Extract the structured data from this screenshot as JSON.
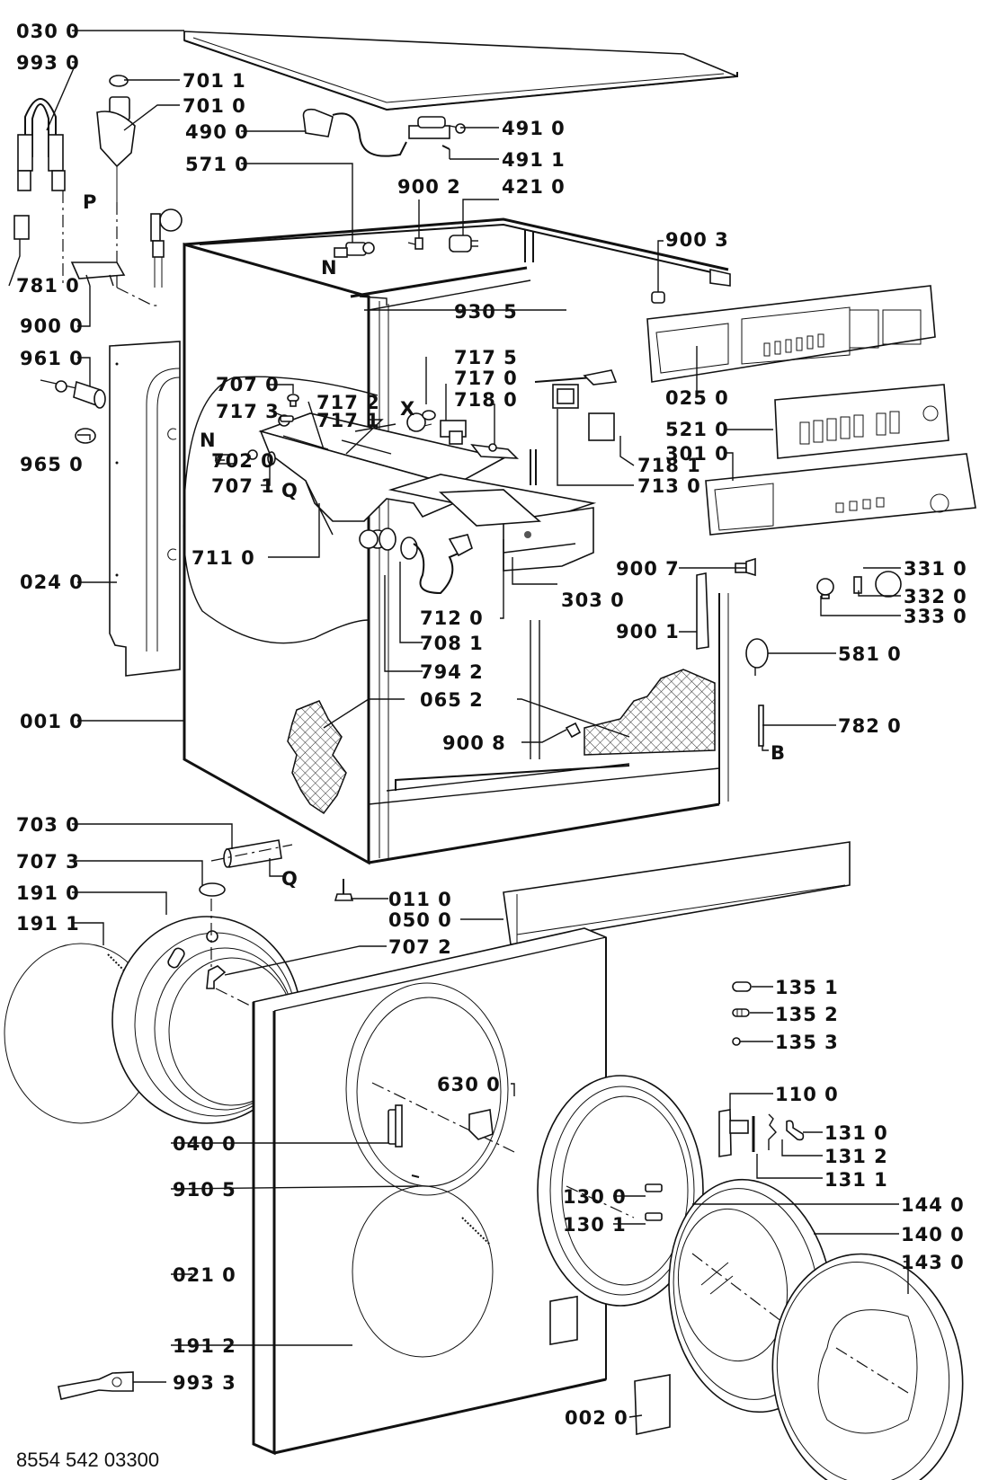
{
  "document_number": "8554 542 03300",
  "callouts": [
    {
      "id": "030-0",
      "text": "030 0"
    },
    {
      "id": "993-0",
      "text": "993 0"
    },
    {
      "id": "701-1",
      "text": "701 1"
    },
    {
      "id": "701-0",
      "text": "701 0"
    },
    {
      "id": "490-0",
      "text": "490 0"
    },
    {
      "id": "491-0",
      "text": "491 0"
    },
    {
      "id": "491-1",
      "text": "491 1"
    },
    {
      "id": "571-0",
      "text": "571 0"
    },
    {
      "id": "900-2",
      "text": "900 2"
    },
    {
      "id": "421-0",
      "text": "421 0"
    },
    {
      "id": "900-3",
      "text": "900 3"
    },
    {
      "id": "781-0",
      "text": "781 0"
    },
    {
      "id": "900-0",
      "text": "900 0"
    },
    {
      "id": "930-5",
      "text": "930 5"
    },
    {
      "id": "961-0",
      "text": "961 0"
    },
    {
      "id": "717-5",
      "text": "717 5"
    },
    {
      "id": "717-0",
      "text": "717 0"
    },
    {
      "id": "718-0",
      "text": "718 0"
    },
    {
      "id": "707-0",
      "text": "707 0"
    },
    {
      "id": "717-2",
      "text": "717 2"
    },
    {
      "id": "717-3",
      "text": "717 3"
    },
    {
      "id": "717-1",
      "text": "717 1"
    },
    {
      "id": "025-0",
      "text": "025 0"
    },
    {
      "id": "521-0",
      "text": "521 0"
    },
    {
      "id": "301-0",
      "text": "301 0"
    },
    {
      "id": "965-0",
      "text": "965 0"
    },
    {
      "id": "702-0",
      "text": "702 0"
    },
    {
      "id": "707-1",
      "text": "707 1"
    },
    {
      "id": "718-1",
      "text": "718 1"
    },
    {
      "id": "713-0",
      "text": "713 0"
    },
    {
      "id": "711-0",
      "text": "711 0"
    },
    {
      "id": "900-7",
      "text": "900 7"
    },
    {
      "id": "331-0",
      "text": "331 0"
    },
    {
      "id": "024-0",
      "text": "024 0"
    },
    {
      "id": "303-0",
      "text": "303 0"
    },
    {
      "id": "332-0",
      "text": "332 0"
    },
    {
      "id": "712-0",
      "text": "712 0"
    },
    {
      "id": "900-1",
      "text": "900 1"
    },
    {
      "id": "333-0",
      "text": "333 0"
    },
    {
      "id": "708-1",
      "text": "708 1"
    },
    {
      "id": "581-0",
      "text": "581 0"
    },
    {
      "id": "794-2",
      "text": "794 2"
    },
    {
      "id": "065-2",
      "text": "065 2"
    },
    {
      "id": "001-0",
      "text": "001 0"
    },
    {
      "id": "782-0",
      "text": "782 0"
    },
    {
      "id": "900-8",
      "text": "900 8"
    },
    {
      "id": "703-0",
      "text": "703 0"
    },
    {
      "id": "707-3",
      "text": "707 3"
    },
    {
      "id": "191-0",
      "text": "191 0"
    },
    {
      "id": "011-0",
      "text": "011 0"
    },
    {
      "id": "050-0",
      "text": "050 0"
    },
    {
      "id": "191-1",
      "text": "191 1"
    },
    {
      "id": "707-2",
      "text": "707 2"
    },
    {
      "id": "135-1",
      "text": "135 1"
    },
    {
      "id": "135-2",
      "text": "135 2"
    },
    {
      "id": "135-3",
      "text": "135 3"
    },
    {
      "id": "630-0",
      "text": "630 0"
    },
    {
      "id": "110-0",
      "text": "110 0"
    },
    {
      "id": "040-0",
      "text": "040 0"
    },
    {
      "id": "131-0",
      "text": "131 0"
    },
    {
      "id": "131-2",
      "text": "131 2"
    },
    {
      "id": "131-1",
      "text": "131 1"
    },
    {
      "id": "910-5",
      "text": "910 5"
    },
    {
      "id": "130-0",
      "text": "130 0"
    },
    {
      "id": "144-0",
      "text": "144 0"
    },
    {
      "id": "130-1",
      "text": "130 1"
    },
    {
      "id": "140-0",
      "text": "140 0"
    },
    {
      "id": "021-0",
      "text": "021 0"
    },
    {
      "id": "143-0",
      "text": "143 0"
    },
    {
      "id": "191-2",
      "text": "191 2"
    },
    {
      "id": "993-3",
      "text": "993 3"
    },
    {
      "id": "002-0",
      "text": "002 0"
    }
  ],
  "letters": {
    "P": "P",
    "N_top": "N",
    "N_left": "N",
    "X": "X",
    "Q_top": "Q",
    "Q_mid": "Q",
    "B": "B"
  }
}
